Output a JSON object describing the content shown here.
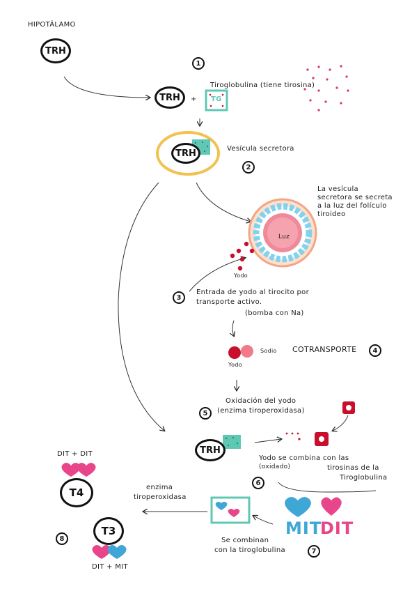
{
  "hypothalamus_label": "HIPOTÁLAMO",
  "hormone": "TRH",
  "steps": {
    "s1": "1",
    "s2": "2",
    "s3": "3",
    "s4": "4",
    "s5": "5",
    "s6": "6",
    "s7": "7",
    "s8": "8"
  },
  "plus": "+",
  "tg_box_label": "TG",
  "tiroglobulina_label": "Tiroglobulina (tiene tirosina)",
  "vesicle_label": "Vesícula secretora",
  "follicle_note": "La vesícula secretora se secreta a la luz del folículo tiroideo",
  "lumen_label": "Luz",
  "iodine_label": "Yodo",
  "entry_text_line1": "Entrada de yodo al tirocito por",
  "entry_text_line2": "transporte activo.",
  "entry_text_line3": "(bomba con Na)",
  "sodium_label": "Sodio",
  "iodine_label2": "Yodo",
  "cotransport_label": "COTRANSPORTE",
  "oxidation_line1": "Oxidación del yodo",
  "oxidation_line2": "(enzima tiroperoxidasa)",
  "combine_iodo_line1": "Yodo se combina con las",
  "combine_iodo_line2": "tirosinas de la",
  "combine_iodo_line3": "Tiroglobulina",
  "oxidized_label": "(oxidado)",
  "mit_label": "MIT",
  "dit_label": "DIT",
  "combine_tg_line1": "Se combinan",
  "combine_tg_line2": "con la tiroglobulina",
  "enzyme_line1": "enzima",
  "enzyme_line2": "tiroperoxidasa",
  "t4_label": "T4",
  "t4_formula": "DIT + DIT",
  "t3_label": "T3",
  "t3_formula": "DIT + MIT",
  "colors": {
    "vesicle_ring": "#f2c14e",
    "teal": "#5fc8b4",
    "pink": "#e8458b",
    "blue": "#3fa7d6",
    "red": "#c8102e",
    "salmon": "#f4a582",
    "follicle_pink": "#f08a9b",
    "cyan_cells": "#7fd3ef"
  }
}
